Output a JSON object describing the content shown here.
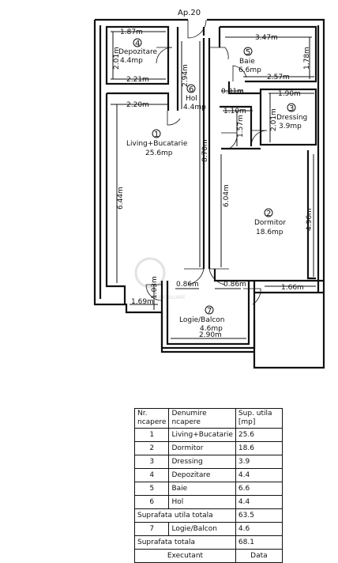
{
  "plan": {
    "apartment": "Ap.20",
    "watermark": "IMOBILIARE",
    "rooms": [
      {
        "num": "1",
        "name": "Living+Bucatarie",
        "area": "25.6mp"
      },
      {
        "num": "2",
        "name": "Dormitor",
        "area": "18.6mp"
      },
      {
        "num": "3",
        "name": "Dressing",
        "area": "3.9mp"
      },
      {
        "num": "4",
        "name": "Depozitare",
        "area": "4.4mp"
      },
      {
        "num": "5",
        "name": "Baie",
        "area": "6.6mp"
      },
      {
        "num": "6",
        "name": "Hol",
        "area": "4.4mp"
      },
      {
        "num": "7",
        "name": "Logie/Balcon",
        "area": "4.6mp"
      }
    ],
    "dims": {
      "d1": "1.87m",
      "d2": "2.01m",
      "d3": "2.21m",
      "d4": "2.94m",
      "d5": "3.47m",
      "d6": "1.78m",
      "d7": "2.57m",
      "d8": "0.91m",
      "d9": "1.90m",
      "d10": "2.20m",
      "d11": "2.01m",
      "d12": "1.10m",
      "d13": "1.57m",
      "d14": "8.70m",
      "d15": "6.44m",
      "d16": "6.04m",
      "d17": "4.96m",
      "d18": "0.86m",
      "d19": "0.86m",
      "d20": "1.66m",
      "d21": "1.03m",
      "d22": "1.69m",
      "d23": "2.90m"
    }
  },
  "table": {
    "header": {
      "nr": "Nr. ncapere",
      "name": "Denumire ncapere",
      "sup": "Sup. utila [mp]"
    },
    "rows": [
      {
        "nr": "1",
        "name": "Living+Bucatarie",
        "sup": "25.6"
      },
      {
        "nr": "2",
        "name": "Dormitor",
        "sup": "18.6"
      },
      {
        "nr": "3",
        "name": "Dressing",
        "sup": "3.9"
      },
      {
        "nr": "4",
        "name": "Depozitare",
        "sup": "4.4"
      },
      {
        "nr": "5",
        "name": "Baie",
        "sup": "6.6"
      },
      {
        "nr": "6",
        "name": "Hol",
        "sup": "4.4"
      }
    ],
    "util_label": "Suprafata utila totala",
    "util_value": "63.5",
    "row7": {
      "nr": "7",
      "name": "Logie/Balcon",
      "sup": "4.6"
    },
    "total_label": "Suprafata totala",
    "total_value": "68.1",
    "footer_left": "Executant",
    "footer_right": "Data"
  }
}
